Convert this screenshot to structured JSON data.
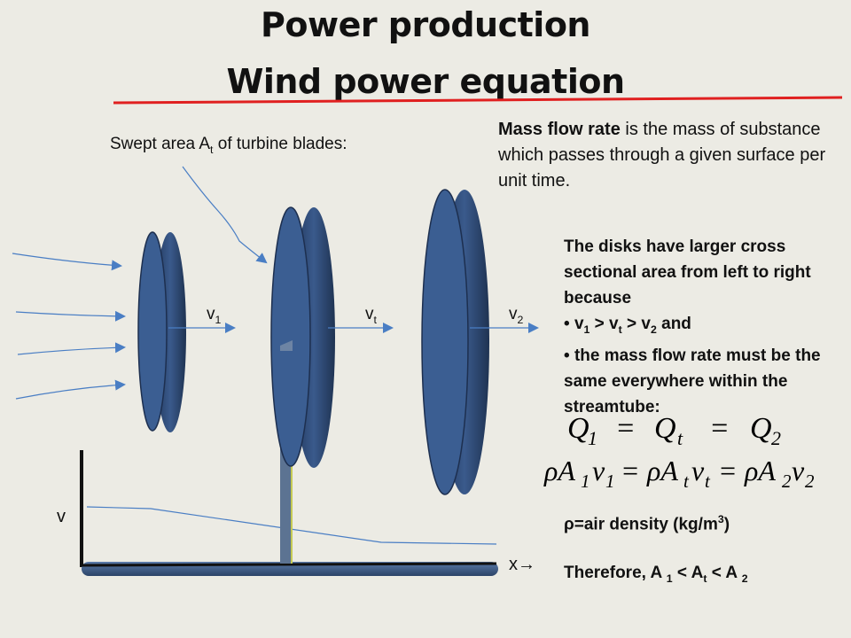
{
  "title": {
    "line1": "Power production",
    "line2": "Wind power equation"
  },
  "swept_area_label": {
    "prefix": "Swept area A",
    "sub": "t",
    "suffix": " of turbine blades:"
  },
  "mass_flow": {
    "bold": "Mass flow rate",
    "rest": " is the mass of substance which passes through a given surface per unit time."
  },
  "disks_text": {
    "intro": "The disks have larger cross sectional area from left to right because",
    "bullet1": {
      "v1": "v",
      "s1": "1",
      "gt1": " > v",
      "s2": "t",
      "gt2": " > v",
      "s3": "2",
      "tail": "  and"
    },
    "bullet2": "the mass flow rate must be the same everywhere within the streamtube:"
  },
  "equations": {
    "eq1": [
      "Q",
      "1",
      "=",
      "Q",
      "t",
      "=",
      "Q",
      "2"
    ],
    "eq2": [
      "ρA",
      "1",
      "v",
      "1",
      "=",
      "ρA",
      "t",
      "v",
      "t",
      "=",
      "ρA",
      "2",
      "v",
      "2"
    ]
  },
  "density": {
    "text": "ρ=air density (kg/m",
    "sup": "3",
    "end": ")"
  },
  "therefore": {
    "prefix": "Therefore, A ",
    "s1": "1",
    "mid1": " < A",
    "s2": "t",
    "mid2": " < A ",
    "s3": "2"
  },
  "velocity_labels": {
    "v1": "v",
    "v1_sub": "1",
    "vt": "v",
    "vt_sub": "t",
    "v2": "v",
    "v2_sub": "2"
  },
  "axis": {
    "y_label": "v",
    "x_label": "x",
    "x_arrow": "→"
  },
  "colors": {
    "disk_face": "#3b5e92",
    "disk_edge": "#283f66",
    "title_rule": "#e02020",
    "arrow": "#4a7ec4",
    "pole": "#5c7392",
    "pole_line": "#e8e840"
  }
}
